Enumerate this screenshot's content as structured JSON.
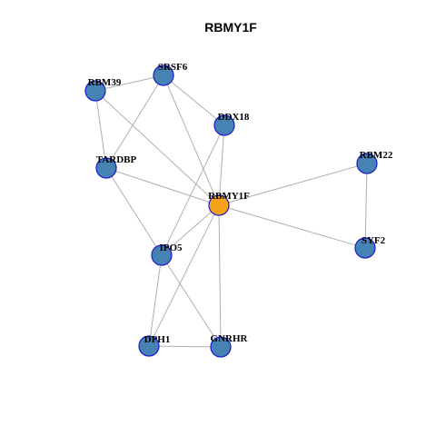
{
  "title": "RBMY1F",
  "colors": {
    "center_node": "#F5A21B",
    "node": "#4682B4",
    "node_border": "#1A1ACC",
    "edge": "#B0B0B0"
  },
  "nodes": [
    {
      "id": "RBMY1F",
      "label": "RBMY1F",
      "center": true
    },
    {
      "id": "SRSF6",
      "label": "SRSF6"
    },
    {
      "id": "RBM39",
      "label": "RBM39"
    },
    {
      "id": "DDX18",
      "label": "DDX18"
    },
    {
      "id": "TARDBP",
      "label": "TARDBP"
    },
    {
      "id": "RBM22",
      "label": "RBM22"
    },
    {
      "id": "SYF2",
      "label": "SYF2"
    },
    {
      "id": "IPO5",
      "label": "IPO5"
    },
    {
      "id": "DPH1",
      "label": "DPH1"
    },
    {
      "id": "GNRHR",
      "label": "GNRHR"
    }
  ],
  "edges": [
    [
      "RBM39",
      "SRSF6"
    ],
    [
      "SRSF6",
      "DDX18"
    ],
    [
      "SRSF6",
      "TARDBP"
    ],
    [
      "SRSF6",
      "RBMY1F"
    ],
    [
      "RBM39",
      "TARDBP"
    ],
    [
      "RBM39",
      "RBMY1F"
    ],
    [
      "DDX18",
      "RBMY1F"
    ],
    [
      "DDX18",
      "IPO5"
    ],
    [
      "TARDBP",
      "RBMY1F"
    ],
    [
      "TARDBP",
      "IPO5"
    ],
    [
      "RBMY1F",
      "RBM22"
    ],
    [
      "RBMY1F",
      "SYF2"
    ],
    [
      "RBM22",
      "SYF2"
    ],
    [
      "RBMY1F",
      "IPO5"
    ],
    [
      "RBMY1F",
      "DPH1"
    ],
    [
      "RBMY1F",
      "GNRHR"
    ],
    [
      "IPO5",
      "DPH1"
    ],
    [
      "IPO5",
      "GNRHR"
    ],
    [
      "DPH1",
      "GNRHR"
    ]
  ]
}
